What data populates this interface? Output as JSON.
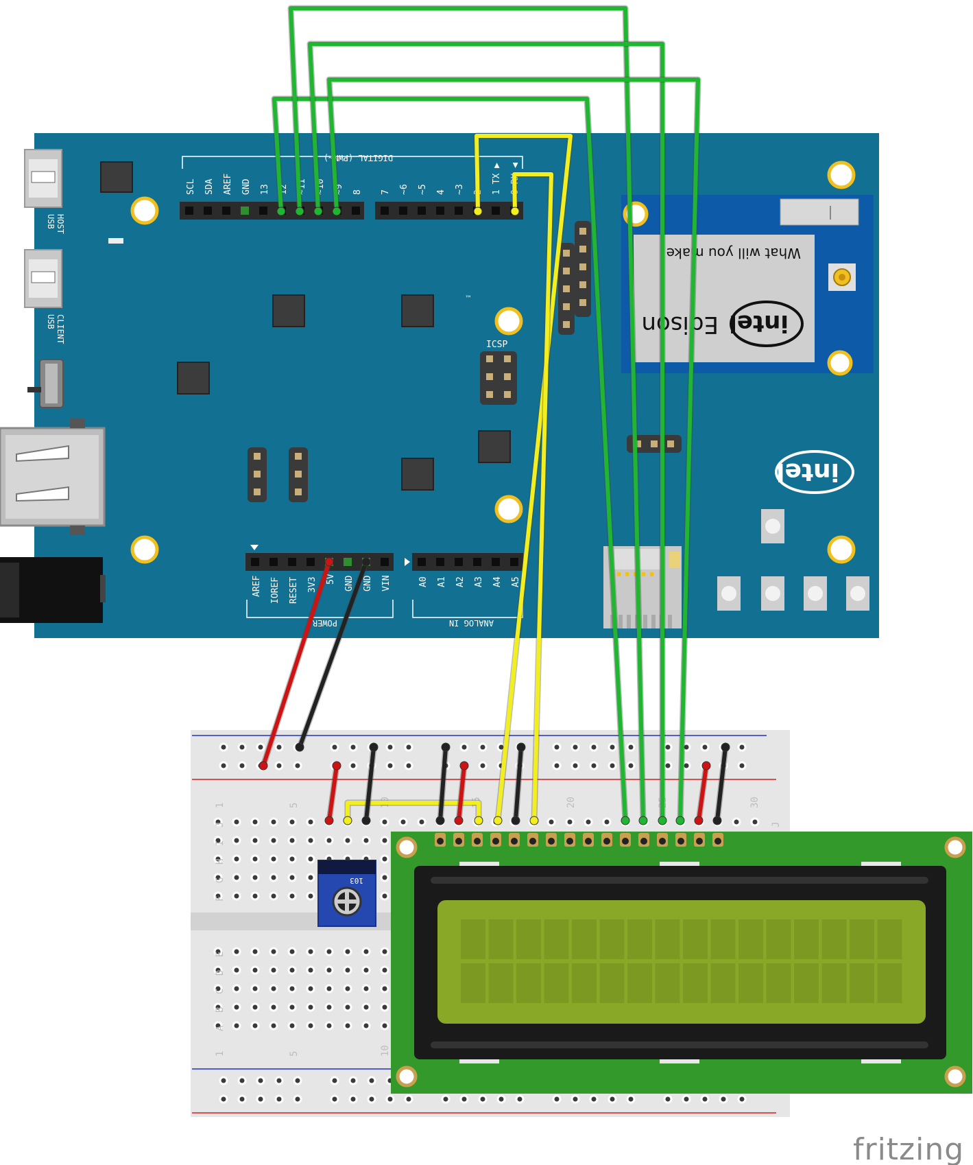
{
  "board": {
    "usb_host_label": [
      "USB",
      "HOST"
    ],
    "usb_client_label": [
      "USB",
      "CLIENT"
    ],
    "icsp_label": "ICSP",
    "tm_mark": "™",
    "digital_header_label": "DIGITAL (PWM~)",
    "digital_pins_left": [
      "SCL",
      "SDA",
      "AREF",
      "GND",
      "13",
      "12",
      "~11",
      "~10",
      "~9",
      "8"
    ],
    "digital_pins_right": [
      "7",
      "~6",
      "~5",
      "4",
      "~3",
      "2",
      "1 TX ▶",
      "0 RX ◀"
    ],
    "power_pins": [
      "AREF",
      "IOREF",
      "RESET",
      "3V3",
      "5V",
      "GND",
      "GND",
      "VIN"
    ],
    "power_header_label": "POWER",
    "analog_pins": [
      "A0",
      "A1",
      "A2",
      "A3",
      "A4",
      "A5"
    ],
    "analog_header_label": "ANALOG IN",
    "edison_tagline": "What will you make",
    "edison_name": "Edison",
    "intel_logo_text": "intel"
  },
  "breadboard": {
    "top_column_numbers": [
      "1",
      "5",
      "10",
      "15",
      "20",
      "25",
      "30"
    ],
    "bottom_column_numbers": [
      "1",
      "5",
      "10"
    ],
    "top_row_letters": [
      "J",
      "I",
      "H",
      "G",
      "F"
    ],
    "bottom_row_letters": [
      "E",
      "D",
      "C",
      "B",
      "A"
    ],
    "potentiometer_code": "103"
  },
  "watermark": "fritzing",
  "colors": {
    "board": "#127092",
    "board_shadow": "#0e5f7c",
    "wire_green": "#21b632",
    "wire_yellow": "#f3ef1e",
    "wire_red": "#cc1414",
    "wire_black": "#222222",
    "lcd_pcb": "#34992b",
    "lcd_screen": "#8aa827",
    "edison_module": "#0d5aa8",
    "pot_body": "#2447b0",
    "breadboard": "#e8e8e8",
    "rail_red": "#d42020",
    "rail_blue": "#2030c8"
  }
}
